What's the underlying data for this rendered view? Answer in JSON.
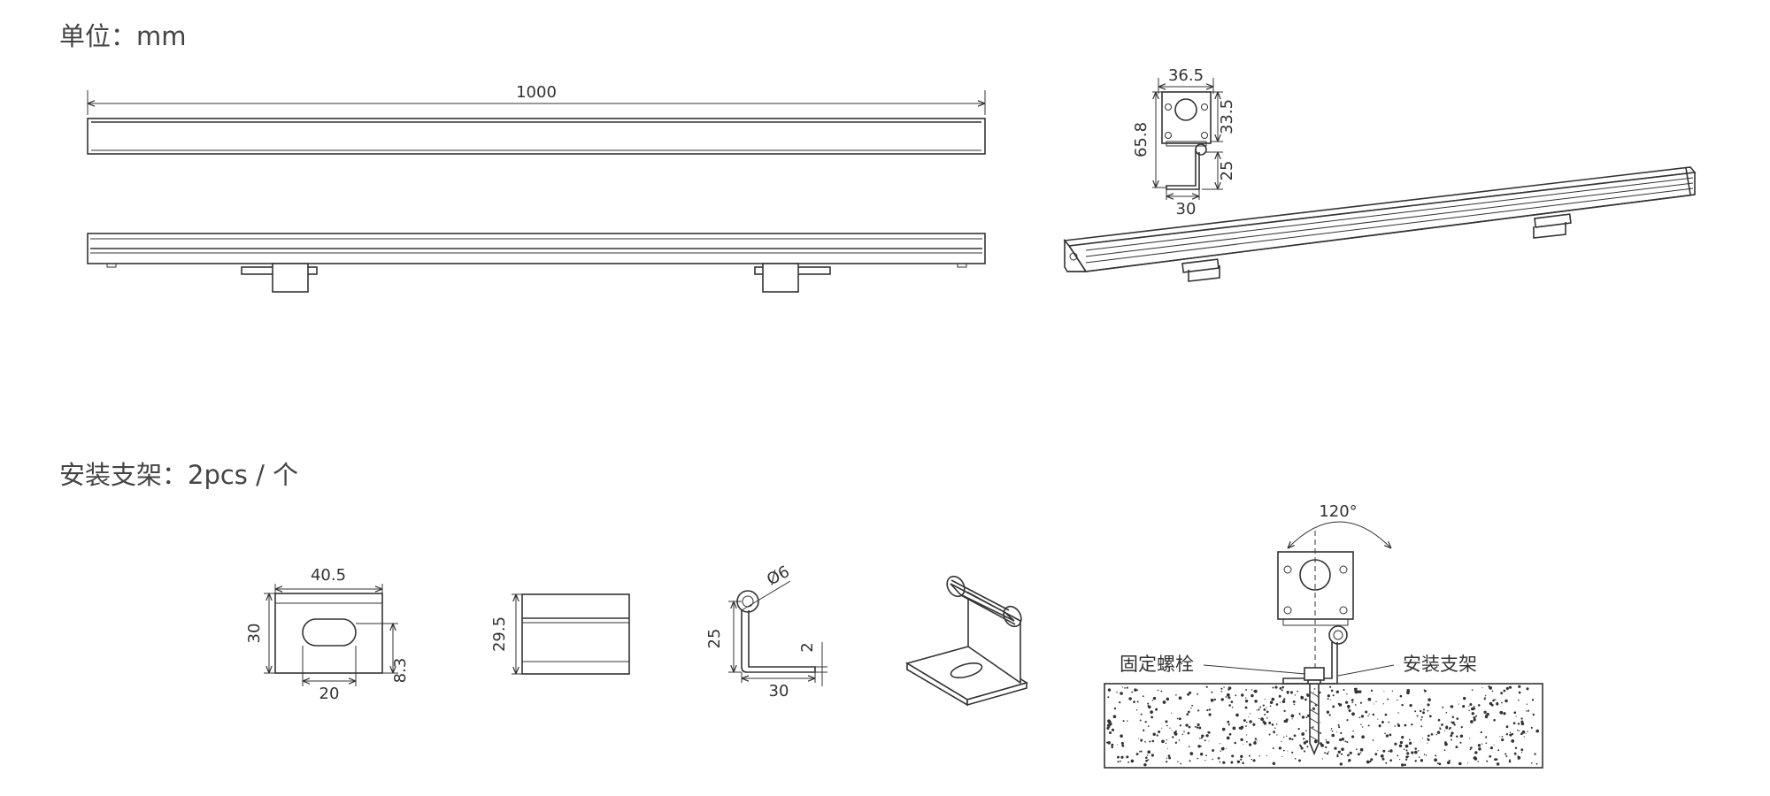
{
  "labels": {
    "unit": "单位：mm",
    "bracket_title": "安装支架：2pcs / 个"
  },
  "dimensions": {
    "length": "1000",
    "end_width": "36.5",
    "end_height": "65.8",
    "end_head_height": "33.5",
    "end_bracket_height": "25",
    "end_bracket_base": "30",
    "bracket_width": "40.5",
    "bracket_height": "30",
    "bracket_slot_length": "20",
    "bracket_slot_height": "8.3",
    "bracket_side_height": "29.5",
    "bracket_profile_height": "25",
    "bracket_hole_dia": "Ø6",
    "bracket_thickness": "2",
    "bracket_profile_base": "30",
    "rotation_angle": "120°"
  },
  "callouts": {
    "bolt": "固定螺栓",
    "bracket": "安装支架"
  }
}
